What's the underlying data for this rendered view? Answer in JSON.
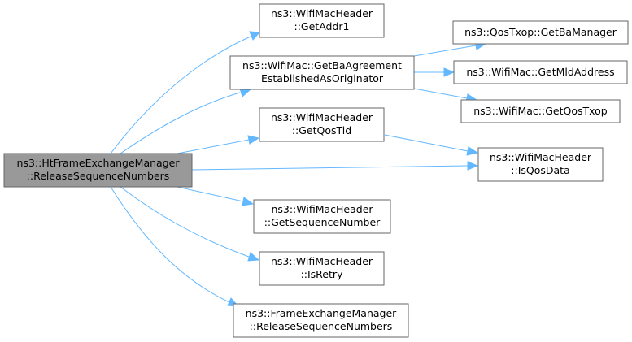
{
  "graph": {
    "nodes": {
      "root": [
        "ns3::HtFrameExchangeManager",
        "::ReleaseSequenceNumbers"
      ],
      "getaddr1": [
        "ns3::WifiMacHeader",
        "::GetAddr1"
      ],
      "getba": [
        "ns3::WifiMac::GetBaAgreement",
        "EstablishedAsOriginator"
      ],
      "getqostid": [
        "ns3::WifiMacHeader",
        "::GetQosTid"
      ],
      "getseq": [
        "ns3::WifiMacHeader",
        "::GetSequenceNumber"
      ],
      "isretry": [
        "ns3::WifiMacHeader",
        "::IsRetry"
      ],
      "fem_release": [
        "ns3::FrameExchangeManager",
        "::ReleaseSequenceNumbers"
      ],
      "getbamanager": [
        "ns3::QosTxop::GetBaManager"
      ],
      "getmld": [
        "ns3::WifiMac::GetMldAddress"
      ],
      "getqostxop": [
        "ns3::WifiMac::GetQosTxop"
      ],
      "isqosdata": [
        "ns3::WifiMacHeader",
        "::IsQosData"
      ]
    }
  }
}
